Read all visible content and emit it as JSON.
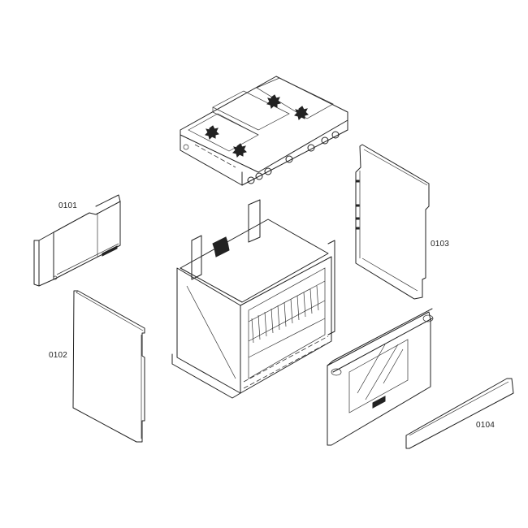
{
  "diagram": {
    "type": "exploded-parts-view",
    "subject": "range / cooktop with oven",
    "parts": [
      {
        "id": "0101",
        "label": "0101",
        "name": "side bracket panel"
      },
      {
        "id": "0102",
        "label": "0102",
        "name": "left side panel"
      },
      {
        "id": "0103",
        "label": "0103",
        "name": "right side panel"
      },
      {
        "id": "0104",
        "label": "0104",
        "name": "kick plate"
      }
    ],
    "unlabeled_components": [
      {
        "name": "cooktop with burners and griddle"
      },
      {
        "name": "oven cavity with racks"
      },
      {
        "name": "oven door"
      }
    ]
  }
}
